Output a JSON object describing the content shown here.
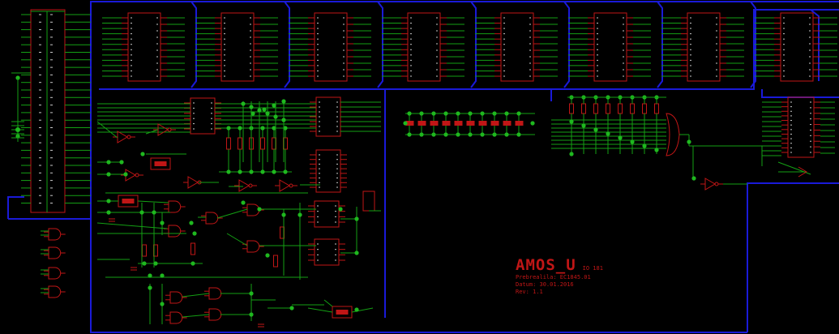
{
  "title_block": {
    "name": "AMOS_U",
    "sheet": "IO 181",
    "line1": "Prebrealila: EC1845.01",
    "line2": "Datum: 30.01.2016",
    "line3": "Rev: 1.1"
  },
  "colors": {
    "background": "#000000",
    "wire": "#14a014",
    "component": "#c01616",
    "bus": "#1a1ad8",
    "junction": "#1fb81f"
  },
  "icons": [
    "ic-chip",
    "and-gate",
    "inverter",
    "resistor",
    "capacitor",
    "junction-dot"
  ]
}
